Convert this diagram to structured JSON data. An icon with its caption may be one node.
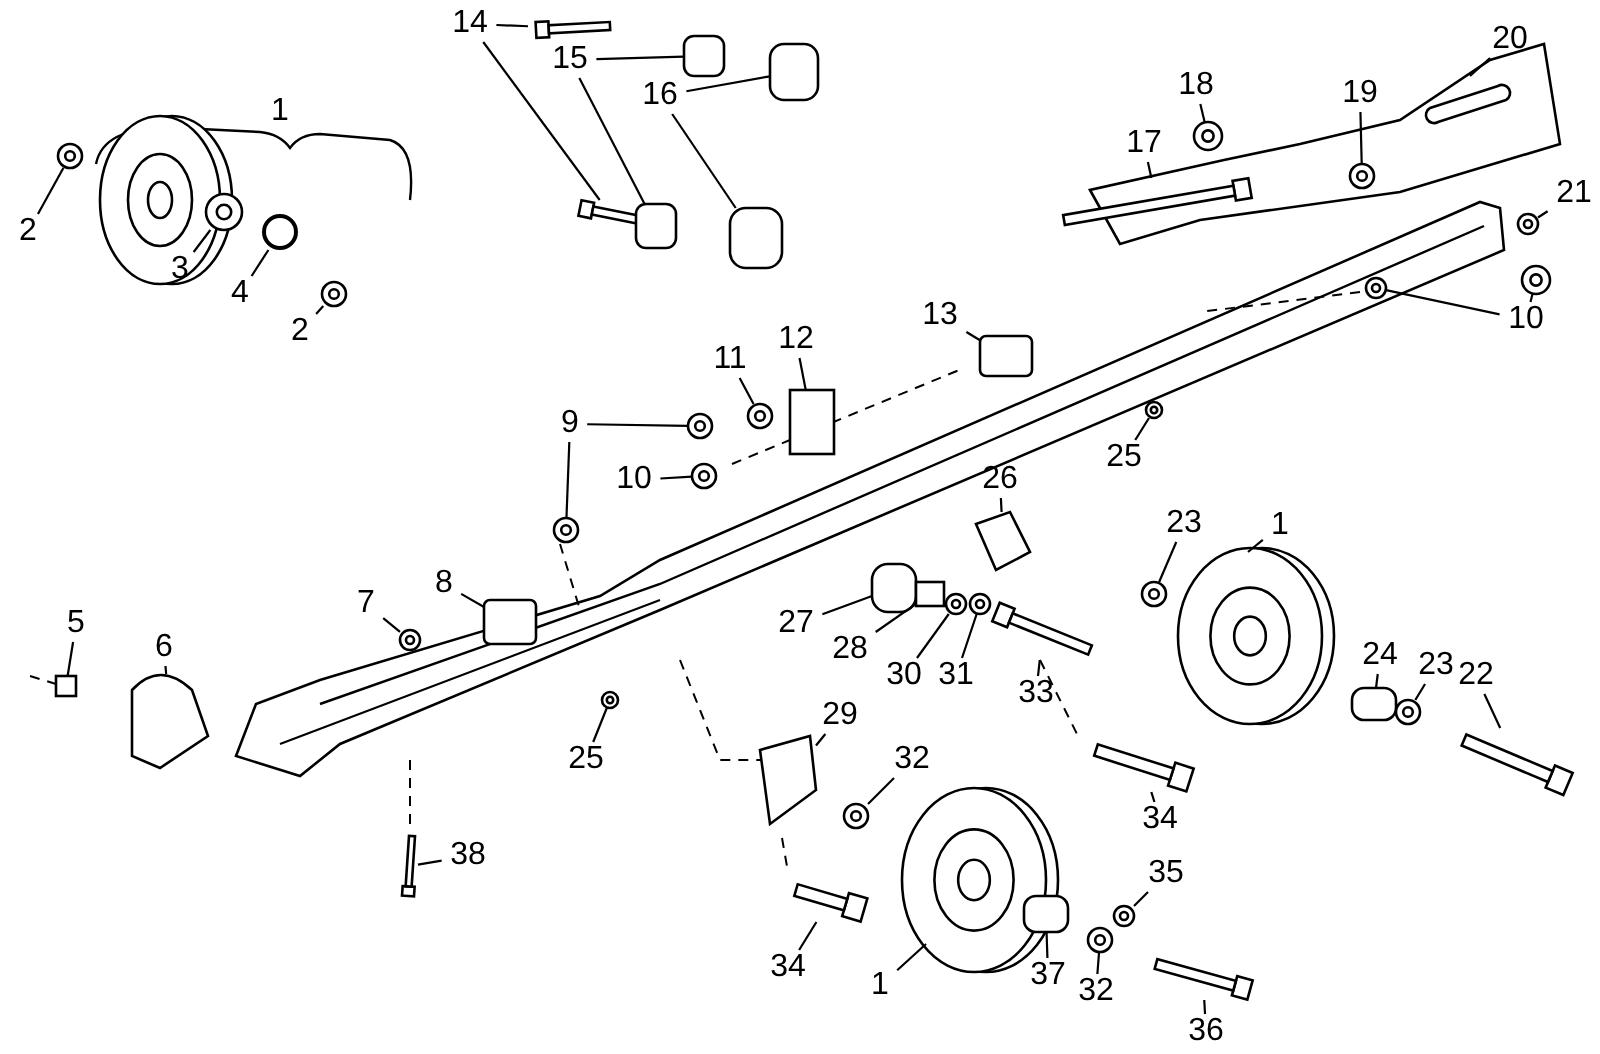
{
  "diagram": {
    "nodes": [
      {
        "text": [
          "14"
        ]
      },
      {
        "text": [
          "20"
        ]
      },
      {
        "text": [
          "15"
        ]
      },
      {
        "text": [
          "18"
        ]
      },
      {
        "text": [
          "19"
        ]
      },
      {
        "text": [
          "16"
        ]
      },
      {
        "text": [
          "17"
        ]
      },
      {
        "text": [
          "21"
        ]
      },
      {
        "text": [
          "2"
        ]
      },
      {
        "text": [
          "3"
        ]
      },
      {
        "text": [
          "4"
        ]
      },
      {
        "text": [
          "13"
        ]
      },
      {
        "text": [
          "10"
        ]
      },
      {
        "text": [
          "2"
        ]
      },
      {
        "text": [
          "12"
        ]
      },
      {
        "text": [
          "11"
        ]
      },
      {
        "text": [
          "9"
        ]
      },
      {
        "text": [
          "25"
        ]
      },
      {
        "text": [
          "26"
        ]
      },
      {
        "text": [
          "10"
        ]
      },
      {
        "text": [
          "23"
        ]
      },
      {
        "text": [
          "1"
        ]
      },
      {
        "text": [
          "8"
        ]
      },
      {
        "text": [
          "7"
        ]
      },
      {
        "text": [
          "5"
        ]
      },
      {
        "text": [
          "27"
        ]
      },
      {
        "text": [
          "6"
        ]
      },
      {
        "text": [
          "28"
        ]
      },
      {
        "text": [
          "24"
        ]
      },
      {
        "text": [
          "23"
        ]
      },
      {
        "text": [
          "30"
        ]
      },
      {
        "text": [
          "31"
        ]
      },
      {
        "text": [
          "22"
        ]
      },
      {
        "text": [
          "33"
        ]
      },
      {
        "text": [
          "29"
        ]
      },
      {
        "text": [
          "25"
        ]
      },
      {
        "text": [
          "32"
        ]
      },
      {
        "text": [
          "34"
        ]
      },
      {
        "text": [
          "38"
        ]
      },
      {
        "text": [
          "35"
        ]
      },
      {
        "text": [
          "34"
        ]
      },
      {
        "text": [
          "37"
        ]
      },
      {
        "text": [
          "1"
        ]
      },
      {
        "text": [
          "32"
        ]
      },
      {
        "text": [
          "36"
        ]
      },
      {
        "text": [],
        "shape": "bar"
      },
      {
        "text": [],
        "shape": "bar"
      },
      {
        "text": [],
        "shape": "box"
      },
      {
        "text": [],
        "shape": "box"
      },
      {
        "text": [],
        "shape": "box"
      },
      {
        "text": [],
        "shape": "box"
      },
      {
        "text": [],
        "shape": "circle"
      },
      {
        "text": [],
        "shape": "circle",
        "in": 54
      },
      {
        "text": [],
        "shape": "bar"
      },
      {
        "text": [],
        "shape": "picture"
      },
      {
        "text": [],
        "shape": "circle"
      },
      {
        "text": [],
        "shape": "circle"
      },
      {
        "text": [],
        "shape": "circle"
      },
      {
        "text": [],
        "shape": "circle"
      },
      {
        "text": [],
        "shape": "box"
      },
      {
        "text": [],
        "shape": "circle"
      },
      {
        "text": [],
        "shape": "circle"
      },
      {
        "text": [],
        "shape": "circle"
      },
      {
        "text": [],
        "shape": "box"
      },
      {
        "text": [],
        "shape": "circle"
      },
      {
        "text": [],
        "shape": "circle"
      },
      {
        "text": [],
        "shape": "circle"
      },
      {
        "text": [],
        "shape": "circle"
      },
      {
        "text": [],
        "shape": "box"
      },
      {
        "text": [],
        "shape": "circle"
      },
      {
        "text": [],
        "shape": "circle"
      },
      {
        "text": [],
        "shape": "picture"
      },
      {
        "text": [],
        "shape": "box"
      },
      {
        "text": [],
        "shape": "circle"
      },
      {
        "text": [],
        "shape": "box"
      },
      {
        "text": [],
        "shape": "box"
      },
      {
        "text": [],
        "shape": "box"
      },
      {
        "text": [],
        "shape": "box"
      },
      {
        "text": [],
        "shape": "box"
      },
      {
        "text": [],
        "shape": "circle"
      },
      {
        "text": [],
        "shape": "circle"
      },
      {
        "text": [],
        "shape": "circle"
      },
      {
        "text": [],
        "shape": "bar"
      },
      {
        "text": [],
        "shape": "bar"
      },
      {
        "text": [],
        "shape": "box"
      },
      {
        "text": [],
        "shape": "circle"
      },
      {
        "text": [],
        "shape": "circle"
      },
      {
        "text": [],
        "shape": "bar"
      },
      {
        "text": [],
        "shape": "bar"
      },
      {
        "text": [],
        "shape": "circle"
      },
      {
        "text": [],
        "shape": "bar"
      },
      {
        "text": [],
        "shape": "box"
      },
      {
        "text": [],
        "shape": "picture"
      },
      {
        "text": [],
        "shape": "circle"
      },
      {
        "text": [],
        "shape": "bar"
      }
    ],
    "edges": [
      {
        "from": 0,
        "to": 45,
        "arrow": "none"
      },
      {
        "from": 0,
        "to": 46,
        "arrow": "none"
      },
      {
        "from": 2,
        "to": 47,
        "arrow": "none"
      },
      {
        "from": 2,
        "to": 48,
        "arrow": "none"
      },
      {
        "from": 5,
        "to": 49,
        "arrow": "none"
      },
      {
        "from": 5,
        "to": 50,
        "arrow": "none"
      },
      {
        "from": 3,
        "to": 51,
        "arrow": "none"
      },
      {
        "from": 4,
        "to": 52,
        "arrow": "none"
      },
      {
        "from": 6,
        "to": 53,
        "arrow": "none"
      },
      {
        "from": 1,
        "to": 54,
        "arrow": "none"
      },
      {
        "from": 7,
        "to": 55,
        "arrow": "none"
      },
      {
        "from": 8,
        "to": 56,
        "arrow": "none"
      },
      {
        "from": 9,
        "to": 57,
        "arrow": "none"
      },
      {
        "from": 10,
        "to": 58,
        "arrow": "none"
      },
      {
        "from": 11,
        "to": 59,
        "arrow": "none"
      },
      {
        "from": 12,
        "to": 60,
        "arrow": "none"
      },
      {
        "from": 12,
        "to": 61,
        "arrow": "none"
      },
      {
        "from": 13,
        "to": 62,
        "arrow": "none"
      },
      {
        "from": 14,
        "to": 63,
        "arrow": "none"
      },
      {
        "from": 15,
        "to": 64,
        "arrow": "none"
      },
      {
        "from": 16,
        "to": 65,
        "arrow": "none"
      },
      {
        "from": 16,
        "to": 66,
        "arrow": "none"
      },
      {
        "from": 17,
        "to": 67,
        "arrow": "none"
      },
      {
        "from": 18,
        "to": 68,
        "arrow": "none"
      },
      {
        "from": 19,
        "to": 69,
        "arrow": "none"
      },
      {
        "from": 20,
        "to": 70,
        "arrow": "none"
      },
      {
        "from": 21,
        "to": 71,
        "arrow": "none"
      },
      {
        "from": 22,
        "to": 72,
        "arrow": "none"
      },
      {
        "from": 23,
        "to": 73,
        "arrow": "none"
      },
      {
        "from": 24,
        "to": 74,
        "arrow": "none"
      },
      {
        "from": 25,
        "to": 75,
        "arrow": "none"
      },
      {
        "from": 26,
        "to": 76,
        "arrow": "none"
      },
      {
        "from": 27,
        "to": 77,
        "arrow": "none"
      },
      {
        "from": 28,
        "to": 78,
        "arrow": "none"
      },
      {
        "from": 29,
        "to": 79,
        "arrow": "none"
      },
      {
        "from": 30,
        "to": 80,
        "arrow": "none"
      },
      {
        "from": 31,
        "to": 81,
        "arrow": "none"
      },
      {
        "from": 32,
        "to": 82,
        "arrow": "none"
      },
      {
        "from": 33,
        "to": 83,
        "arrow": "none"
      },
      {
        "from": 34,
        "to": 84,
        "arrow": "none"
      },
      {
        "from": 35,
        "to": 85,
        "arrow": "none"
      },
      {
        "from": 36,
        "to": 86,
        "arrow": "none"
      },
      {
        "from": 37,
        "to": 87,
        "arrow": "none"
      },
      {
        "from": 38,
        "to": 88,
        "arrow": "none"
      },
      {
        "from": 39,
        "to": 89,
        "arrow": "none"
      },
      {
        "from": 40,
        "to": 90,
        "arrow": "none"
      },
      {
        "from": 41,
        "to": 91,
        "arrow": "none"
      },
      {
        "from": 42,
        "to": 92,
        "arrow": "none"
      },
      {
        "from": 43,
        "to": 93,
        "arrow": "none"
      },
      {
        "from": 44,
        "to": 94,
        "arrow": "none"
      }
    ],
    "labels": [
      "1"
    ]
  }
}
